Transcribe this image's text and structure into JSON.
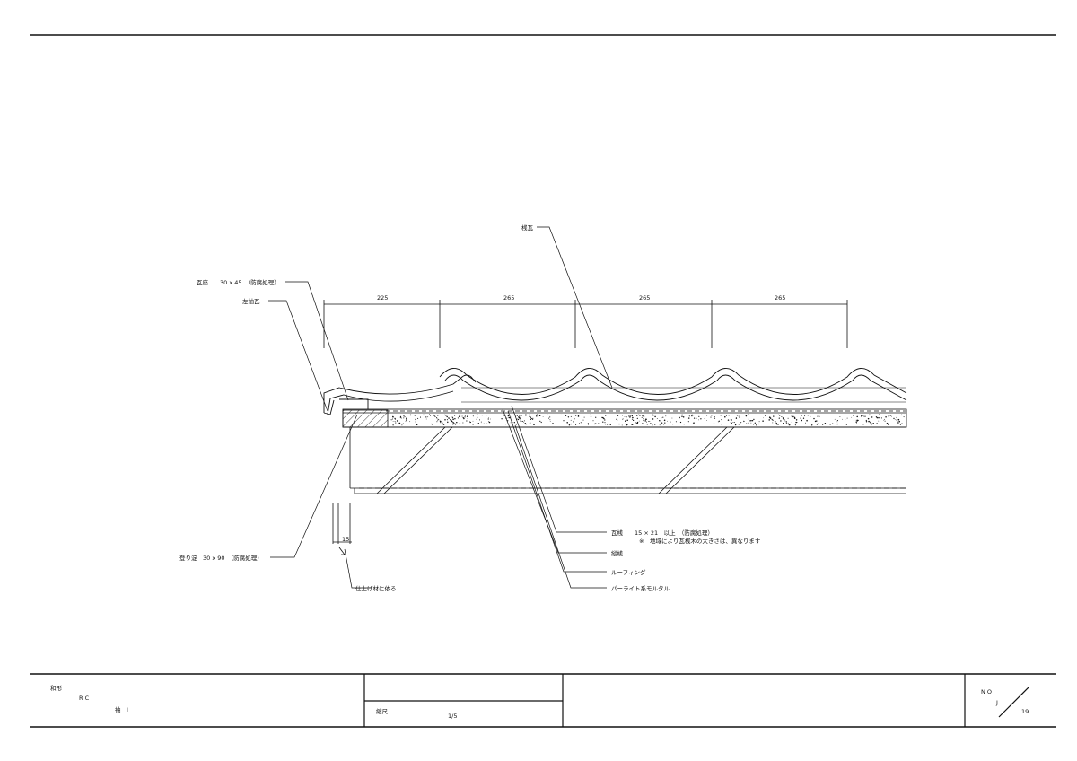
{
  "colors": {
    "line": "#111111",
    "paper": "#ffffff"
  },
  "dimensions": {
    "d1": "225",
    "d2": "265",
    "d3": "265",
    "d4": "265"
  },
  "labels": {
    "kikawara": "桟瓦",
    "kawarasan": "瓦座　　30 x 45　（防腐処理）",
    "hidarisodegawara": "左袖瓦",
    "noborihari": "登り淀　30 x 90　（防腐処理）",
    "finish": "仕上げ材に依る",
    "gap15": "15",
    "kawarazan": "瓦桟　　15 × 21　以上　（防腐処理）",
    "kawarazan_note": "※　地域により瓦桟木の大きさは、異なります",
    "nawasan": "縦桟",
    "roofing": "ルーフィング",
    "mortar": "パーライト系モルタル"
  },
  "title_block": {
    "line1": "和形",
    "line2": "R C",
    "line3": "袖　Ⅰ",
    "scale_label": "縮尺",
    "scale_value": "1/5",
    "no_label": "N O",
    "no_letter": "J",
    "no_number": "19"
  }
}
